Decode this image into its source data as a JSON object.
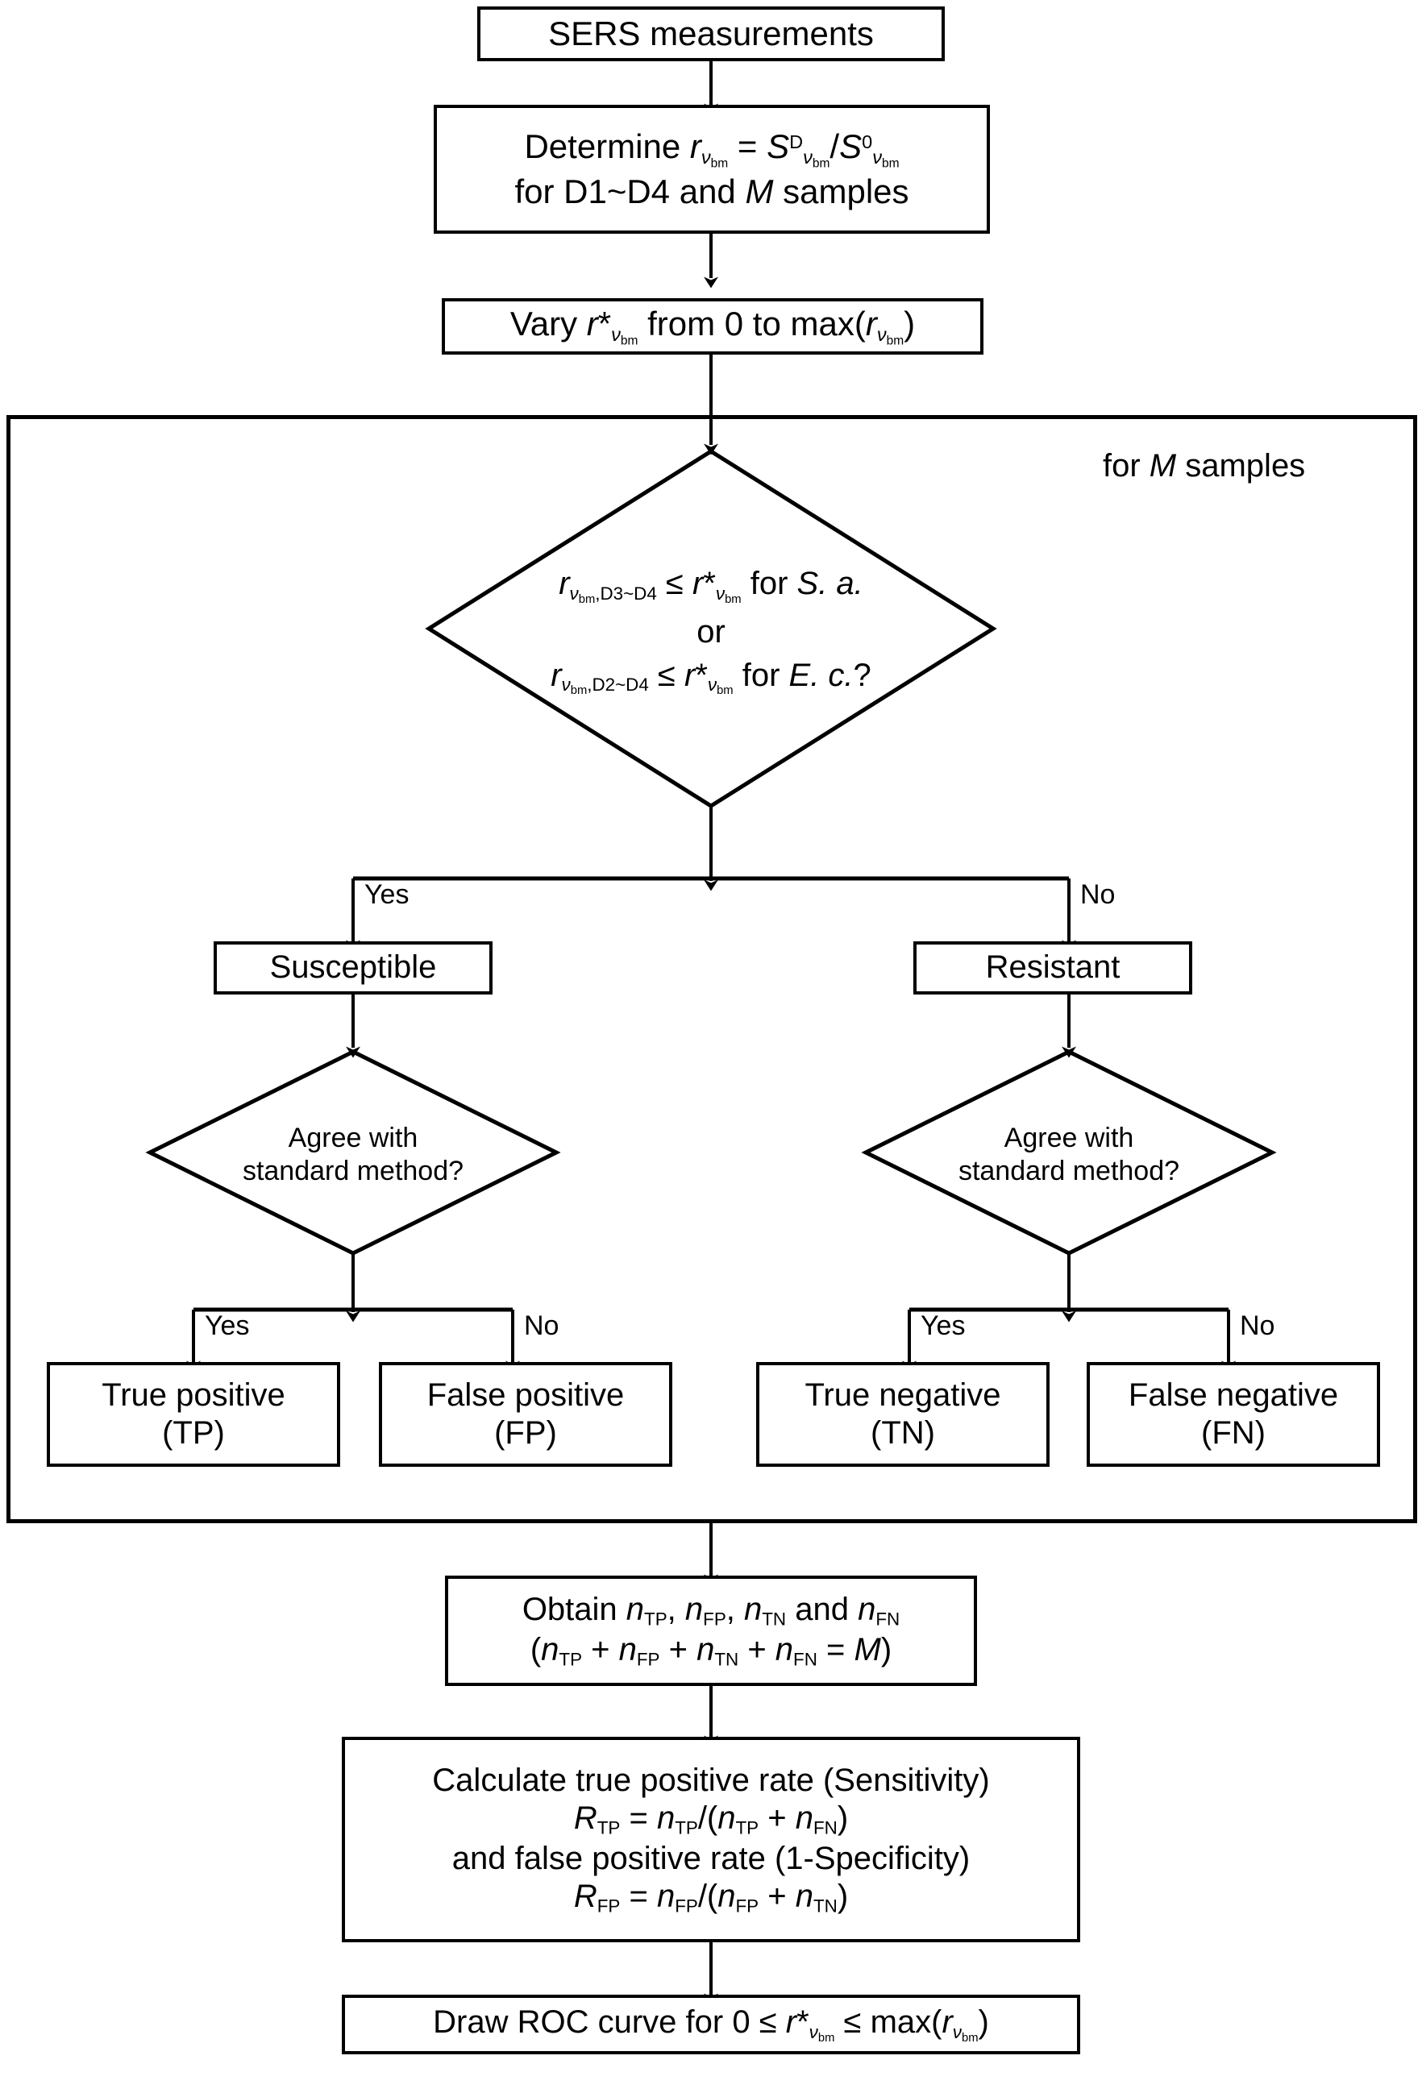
{
  "diagram": {
    "title": "ROC analysis workflow for SERS-based antimicrobial susceptibility testing",
    "type": "flowchart",
    "line_color": "#000000",
    "background": "#ffffff"
  },
  "nodes": {
    "sers_measurements": {
      "shape": "process",
      "text": "SERS measurements"
    },
    "determine_r": {
      "shape": "process",
      "line1_prefix": "Determine ",
      "line1_var": "r",
      "line1_var_sub": "ν",
      "line1_var_subsub": "bm",
      "line1_eq": " = ",
      "line1_s1": "S",
      "line1_s1_sup": "D",
      "line1_s1_sub": "ν",
      "line1_s1_subsub": "bm",
      "line1_slash": "/",
      "line1_s2": "S",
      "line1_s2_sup": "0",
      "line1_s2_sub": "ν",
      "line1_s2_subsub": "bm",
      "line2": "for D1~D4 and M samples",
      "line2_a": "for D1~D4 and ",
      "line2_italic": "M",
      "line2_b": " samples"
    },
    "vary_r": {
      "shape": "process",
      "a": "Vary ",
      "var": "r",
      "var_star": "*",
      "var_sub": "ν",
      "var_subsub": "bm",
      "b": " from 0 to max(",
      "var2": "r",
      "var2_sub": "ν",
      "var2_subsub": "bm",
      "c": ")"
    },
    "loop_label": {
      "a": "for ",
      "italic": "M",
      "b": " samples"
    },
    "main_decision": {
      "shape": "decision",
      "line1_r": "r",
      "line1_sub_nu": "ν",
      "line1_sub_bm": "bm",
      "line1_sub_tail": ",D3~D4",
      "line1_le": " ≤ ",
      "line1_r2": "r",
      "line1_r2_star": "*",
      "line1_r2_sub_nu": "ν",
      "line1_r2_sub_bm": "bm",
      "line1_tail": " for ",
      "line1_species": "S. a.",
      "line2": "or",
      "line3_r": "r",
      "line3_sub_nu": "ν",
      "line3_sub_bm": "bm",
      "line3_sub_tail": ",D2~D4",
      "line3_le": " ≤ ",
      "line3_r2": "r",
      "line3_r2_star": "*",
      "line3_r2_sub_nu": "ν",
      "line3_r2_sub_bm": "bm",
      "line3_tail": " for ",
      "line3_species": "E. c.",
      "line3_q": "?"
    },
    "susceptible": {
      "shape": "process",
      "text": "Susceptible"
    },
    "resistant": {
      "shape": "process",
      "text": "Resistant"
    },
    "agree_left": {
      "shape": "decision",
      "line1": "Agree with",
      "line2": "standard method?"
    },
    "agree_right": {
      "shape": "decision",
      "line1": "Agree with",
      "line2": "standard method?"
    },
    "true_positive": {
      "shape": "process",
      "line1": "True positive",
      "line2": "(TP)"
    },
    "false_positive": {
      "shape": "process",
      "line1": "False positive",
      "line2": "(FP)"
    },
    "true_negative": {
      "shape": "process",
      "line1": "True negative",
      "line2": "(TN)"
    },
    "false_negative": {
      "shape": "process",
      "line1": "False negative",
      "line2": "(FN)"
    },
    "obtain_n": {
      "shape": "process",
      "l1_a": "Obtain ",
      "l1_n1": "n",
      "l1_n1_sub": "TP",
      "l1_c1": ", ",
      "l1_n2": "n",
      "l1_n2_sub": "FP",
      "l1_c2": ", ",
      "l1_n3": "n",
      "l1_n3_sub": "TN",
      "l1_and": " and ",
      "l1_n4": "n",
      "l1_n4_sub": "FN",
      "l2_open": "(",
      "l2_n1": "n",
      "l2_n1_sub": "TP",
      "l2_p1": " + ",
      "l2_n2": "n",
      "l2_n2_sub": "FP",
      "l2_p2": " + ",
      "l2_n3": "n",
      "l2_n3_sub": "TN",
      "l2_p3": " + ",
      "l2_n4": "n",
      "l2_n4_sub": "FN",
      "l2_eq": " = ",
      "l2_M": "M",
      "l2_close": ")"
    },
    "calculate_rates": {
      "shape": "process",
      "line1": "Calculate true positive rate (Sensitivity)",
      "line2_R": "R",
      "line2_R_sub": "TP",
      "line2_eq": " = ",
      "line2_n1": "n",
      "line2_n1_sub": "TP",
      "line2_slash": "/(",
      "line2_n2": "n",
      "line2_n2_sub": "TP",
      "line2_plus": " + ",
      "line2_n3": "n",
      "line2_n3_sub": "FN",
      "line2_close": ")",
      "line3": "and false positive rate (1-Specificity)",
      "line4_R": "R",
      "line4_R_sub": "FP",
      "line4_eq": " = ",
      "line4_n1": "n",
      "line4_n1_sub": "FP",
      "line4_slash": "/(",
      "line4_n2": "n",
      "line4_n2_sub": "FP",
      "line4_plus": " + ",
      "line4_n3": "n",
      "line4_n3_sub": "TN",
      "line4_close": ")"
    },
    "draw_roc": {
      "shape": "process",
      "a": "Draw ROC curve for 0 ≤ ",
      "var": "r",
      "var_star": "*",
      "var_sub": "ν",
      "var_subsub": "bm",
      "b": " ≤ max(",
      "var2": "r",
      "var2_sub": "ν",
      "var2_subsub": "bm",
      "c": ")"
    }
  },
  "edge_labels": {
    "main_yes": "Yes",
    "main_no": "No",
    "left_yes": "Yes",
    "left_no": "No",
    "right_yes": "Yes",
    "right_no": "No"
  }
}
